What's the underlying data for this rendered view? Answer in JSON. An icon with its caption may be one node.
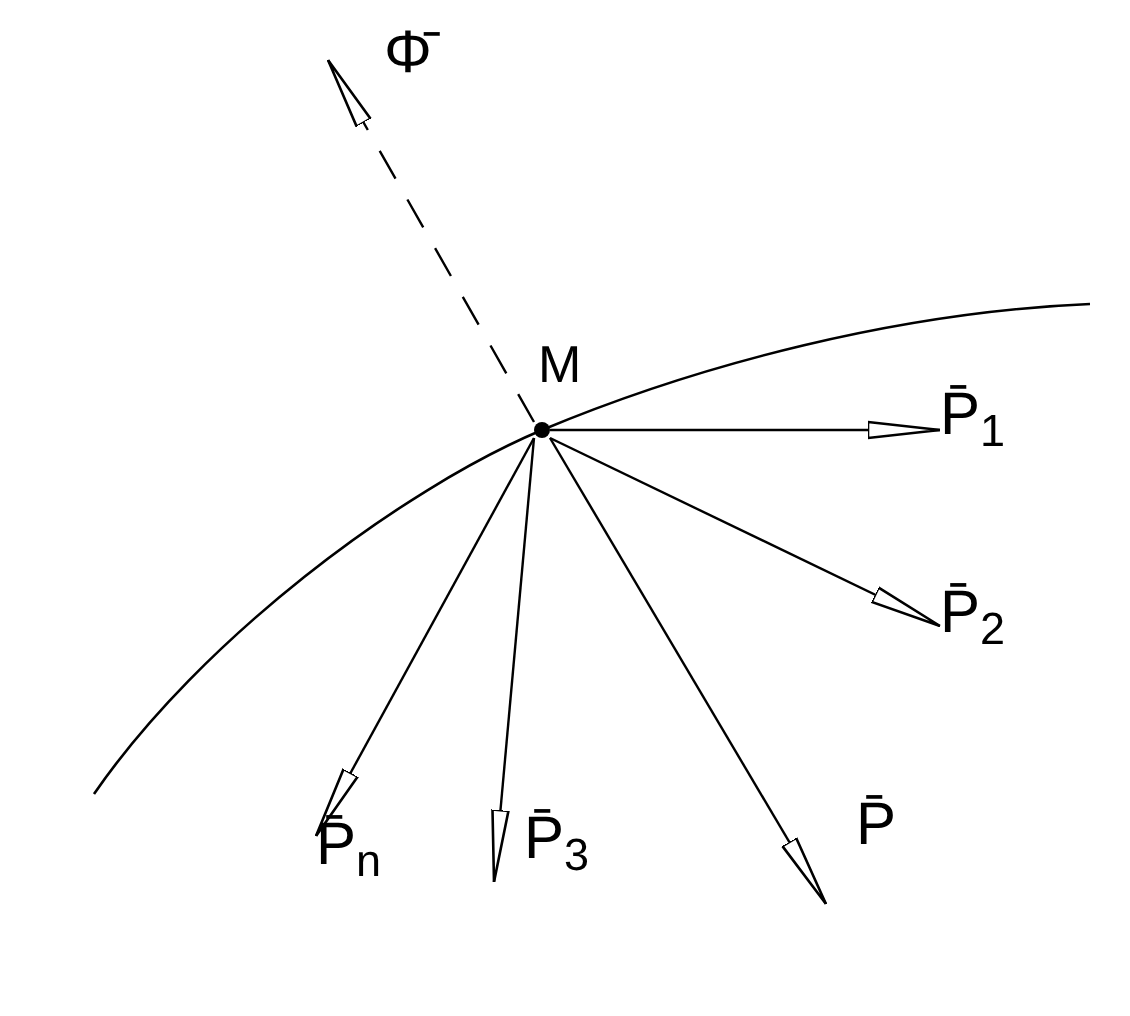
{
  "diagram": {
    "nodes": [
      {
        "text": [],
        "shape": "circle",
        "beside": [
          "M"
        ]
      },
      {
        "text": [
          "P̄$_{1}$"
        ]
      },
      {
        "text": [
          "P̄$_{2}$"
        ]
      },
      {
        "text": [
          "P̄$_{n}$"
        ]
      }
    ],
    "edges": [
      {
        "from": 0,
        "to": null,
        "arrow": "to",
        "style": "dashed"
      },
      {
        "from": 0,
        "to": 1,
        "arrow": "to"
      },
      {
        "from": 0,
        "to": 2,
        "arrow": "to"
      },
      {
        "from": 0,
        "to": null,
        "arrow": "to"
      },
      {
        "from": 0,
        "to": 3,
        "arrow": "to"
      },
      {
        "from": 0,
        "to": null,
        "arrow": "to"
      }
    ],
    "labels": [
      "Φ̄",
      "P̄",
      "P̄$_{3}$"
    ]
  }
}
